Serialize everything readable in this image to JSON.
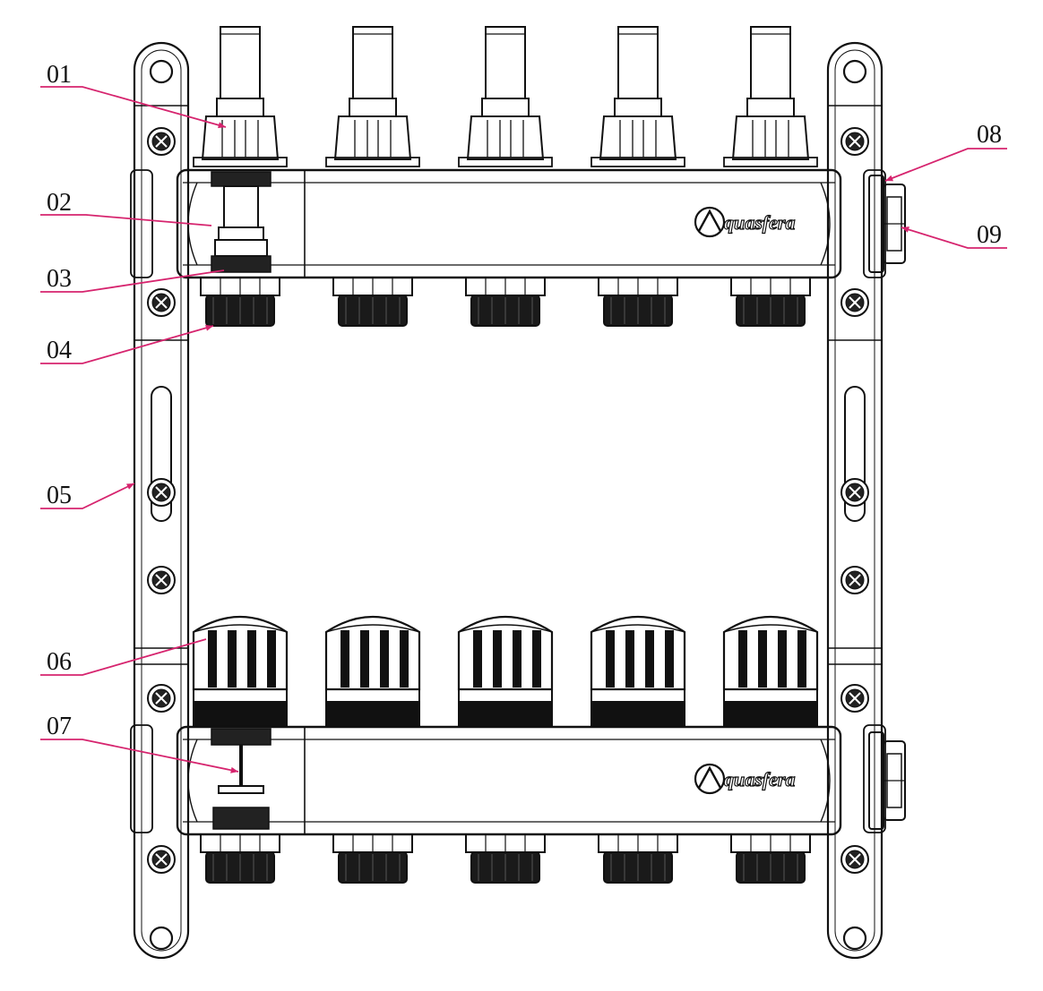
{
  "brand": {
    "logo_text": "Aquasfera"
  },
  "callouts": [
    {
      "id": "01",
      "label": "01"
    },
    {
      "id": "02",
      "label": "02"
    },
    {
      "id": "03",
      "label": "03"
    },
    {
      "id": "04",
      "label": "04"
    },
    {
      "id": "05",
      "label": "05"
    },
    {
      "id": "06",
      "label": "06"
    },
    {
      "id": "07",
      "label": "07"
    },
    {
      "id": "08",
      "label": "08"
    },
    {
      "id": "09",
      "label": "09"
    }
  ],
  "colors": {
    "line": "#111111",
    "leader": "#d6246e",
    "background": "#ffffff"
  },
  "outlets_per_bar": 5
}
